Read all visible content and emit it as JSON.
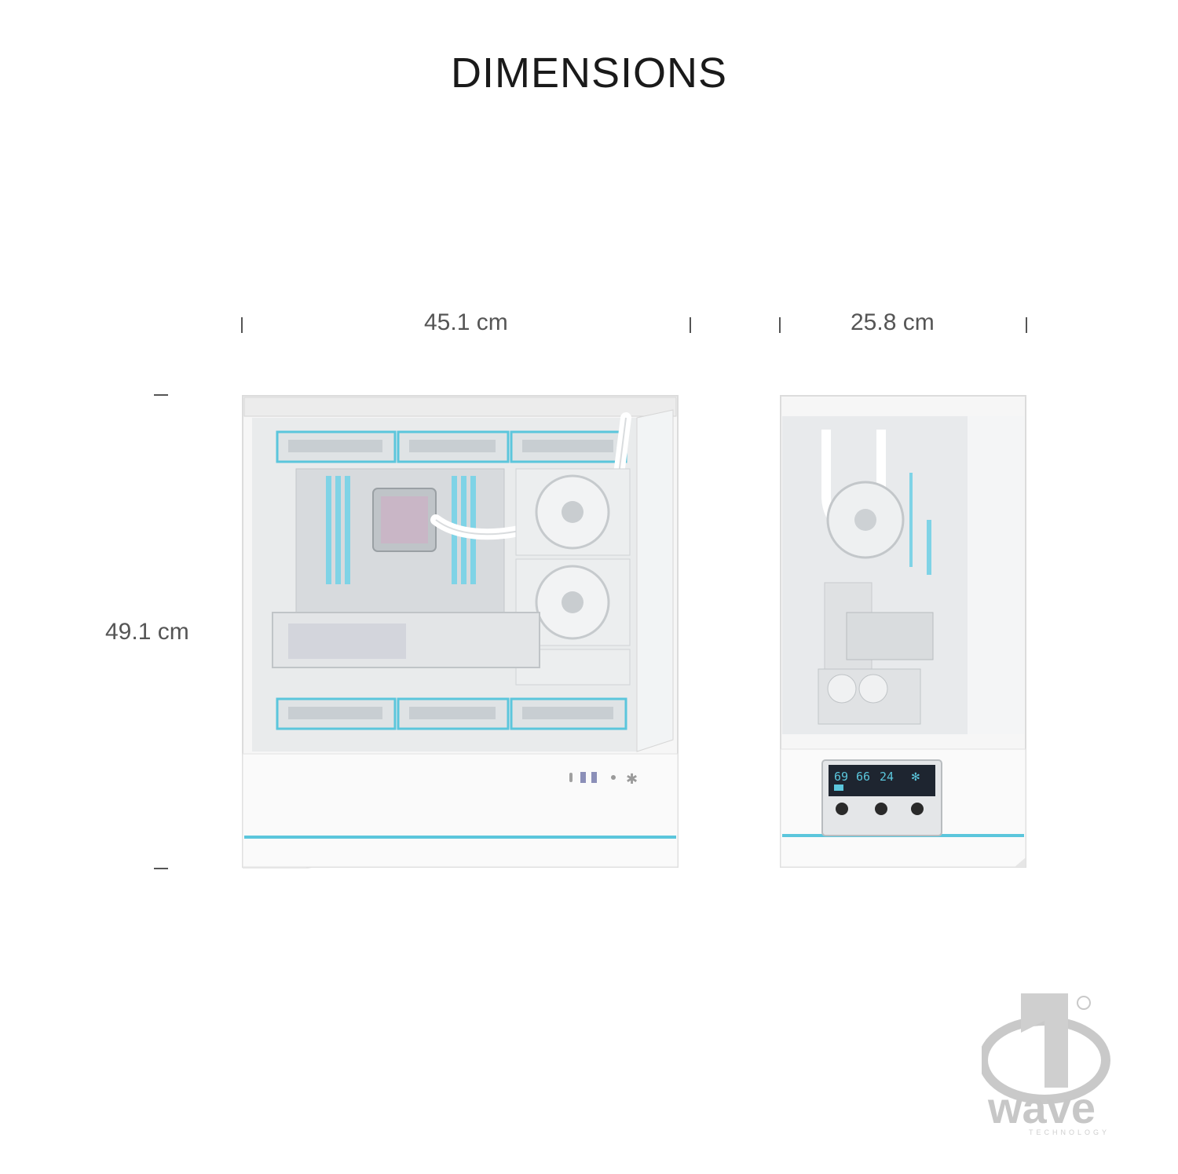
{
  "title": "DIMENSIONS",
  "dimensions": {
    "width": "45.1 cm",
    "depth": "25.8 cm",
    "height": "49.1 cm"
  },
  "front_panel_display": {
    "readouts": [
      "69",
      "66",
      "24"
    ]
  },
  "brand": {
    "logo_text": "wave",
    "tagline": "TECHNOLOGY"
  },
  "colors": {
    "accent": "#5bc6dc",
    "case_white": "#f4f4f4",
    "text": "#555555"
  }
}
